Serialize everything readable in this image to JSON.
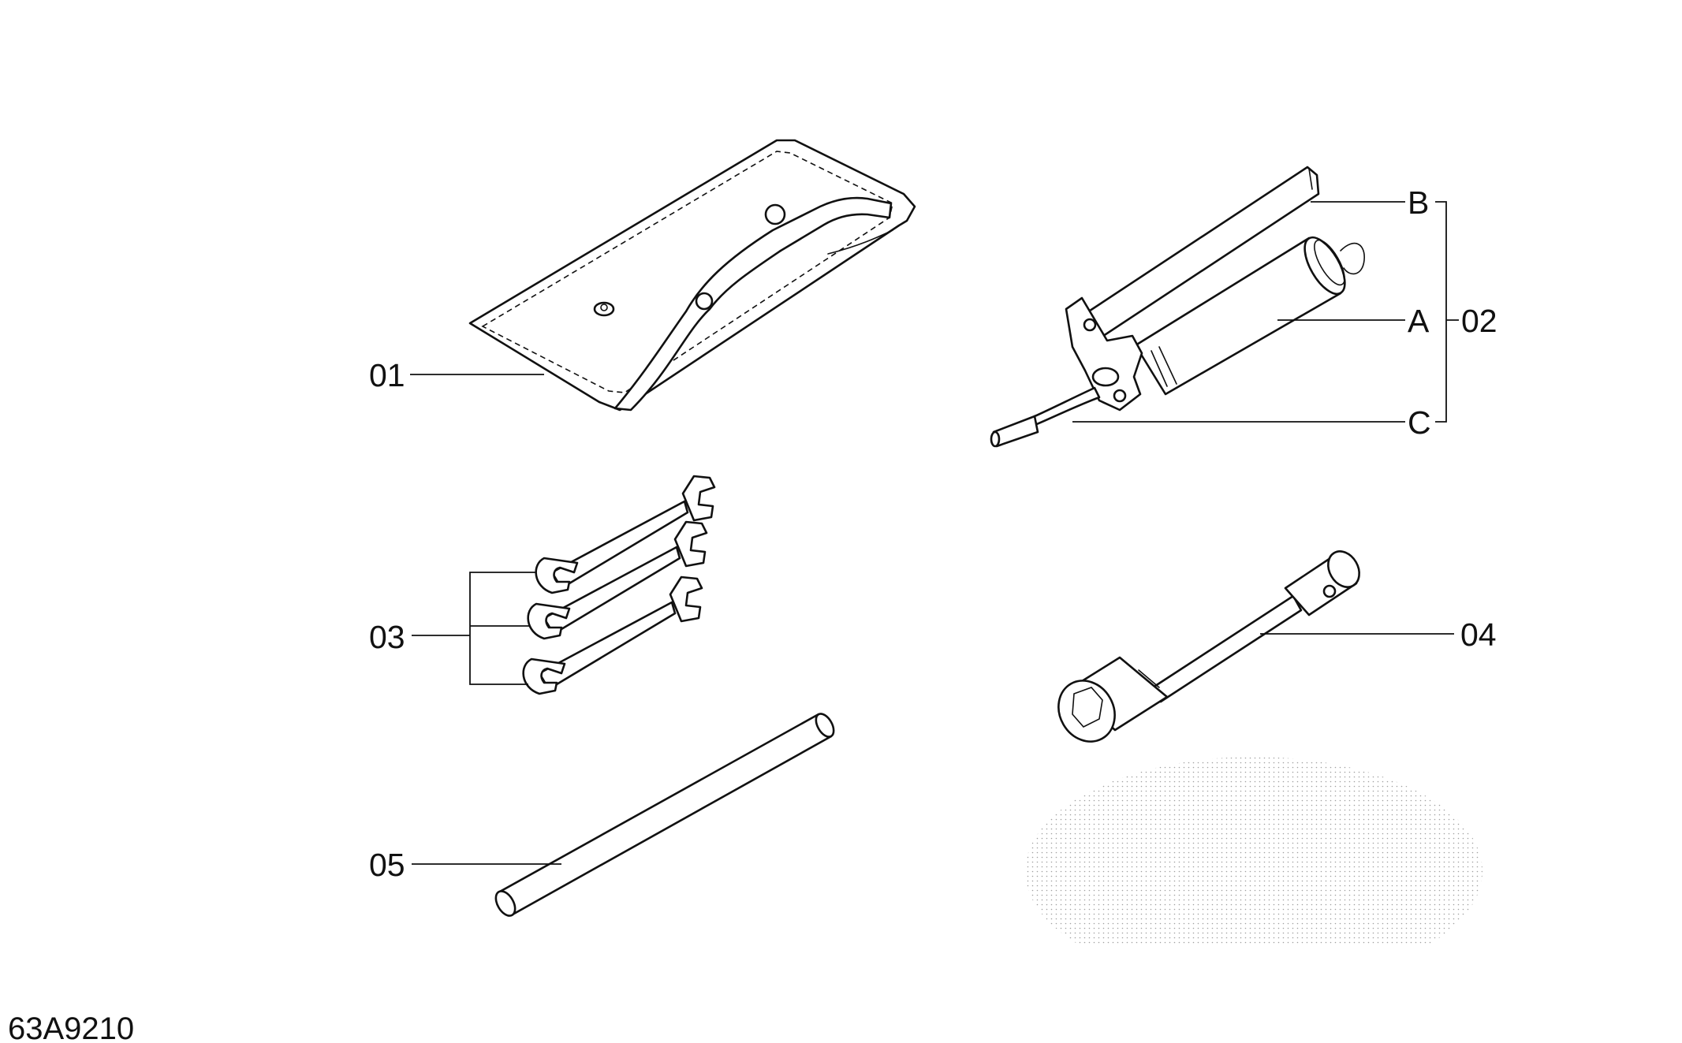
{
  "labels": {
    "tool_bag": "01",
    "grease_gun": "02",
    "grease_gun_a": "A",
    "grease_gun_b": "B",
    "grease_gun_c": "C",
    "wrenches": "03",
    "socket_wrench": "04",
    "tommy_bar": "05"
  },
  "drawing_code": "63A9210",
  "colors": {
    "line": "#111111",
    "background": "#ffffff"
  },
  "icons": [
    "tool-bag-icon",
    "grease-gun-icon",
    "open-end-wrench-icon",
    "socket-wrench-icon",
    "tommy-bar-icon"
  ]
}
